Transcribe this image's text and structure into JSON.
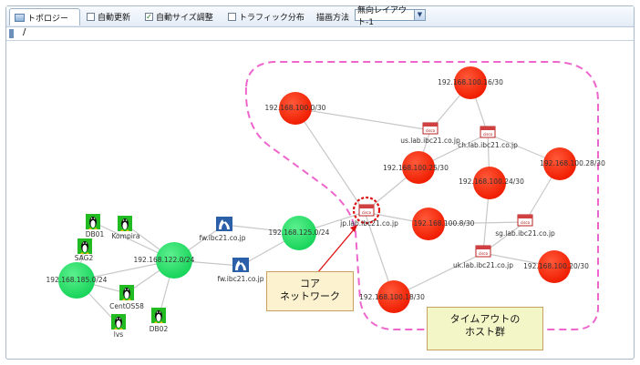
{
  "toolbar": {
    "tab_label": "トポロジー",
    "auto_update": "自動更新",
    "auto_size": "自動サイズ調整",
    "traffic": "トラフィック分布",
    "draw_method_label": "描画方法",
    "draw_method_value": "無向レイアウト-1"
  },
  "path": "/",
  "colors": {
    "timeout": "#ff2200",
    "ok": "#22dd66",
    "cisco": "#c03030",
    "dashed": "#ee66cc"
  },
  "nodes": {
    "n_16": "192.168.100.16/30",
    "n_0": "192.168.100.0/30",
    "us": "us.lab.ibc21.co.jp",
    "ch": "ch.lab.ibc21.co.jp",
    "n_28": "192.168.100.28/30",
    "n_25": "192.168.100.25/30",
    "n_24": "192.168.100.24/30",
    "jp": "jp.lab.ibc21.co.jp",
    "n_8": "192.168.100.8/30",
    "sg": "sg.lab.ibc21.co.jp",
    "uk": "uk.lab.ibc21.co.jp",
    "n_20": "192.168.100.20/30",
    "n_18": "192.168.100.18/30",
    "n_125": "192.168.125.0/24",
    "fw1": "fw.ibc21.co.jp",
    "fw2": "fw.ibc21.co.jp",
    "n_122": "192.168.122.0/24",
    "n_185": "192.168.185.0/24",
    "db01": "DB01",
    "kompira": "Kompira",
    "sag2": "SAG2",
    "centos58": "CentOS58",
    "lvs": "lvs",
    "db02": "DB02"
  },
  "annotations": {
    "core": "コア\nネットワーク",
    "timeout": "タイムアウトの\nホスト群"
  }
}
